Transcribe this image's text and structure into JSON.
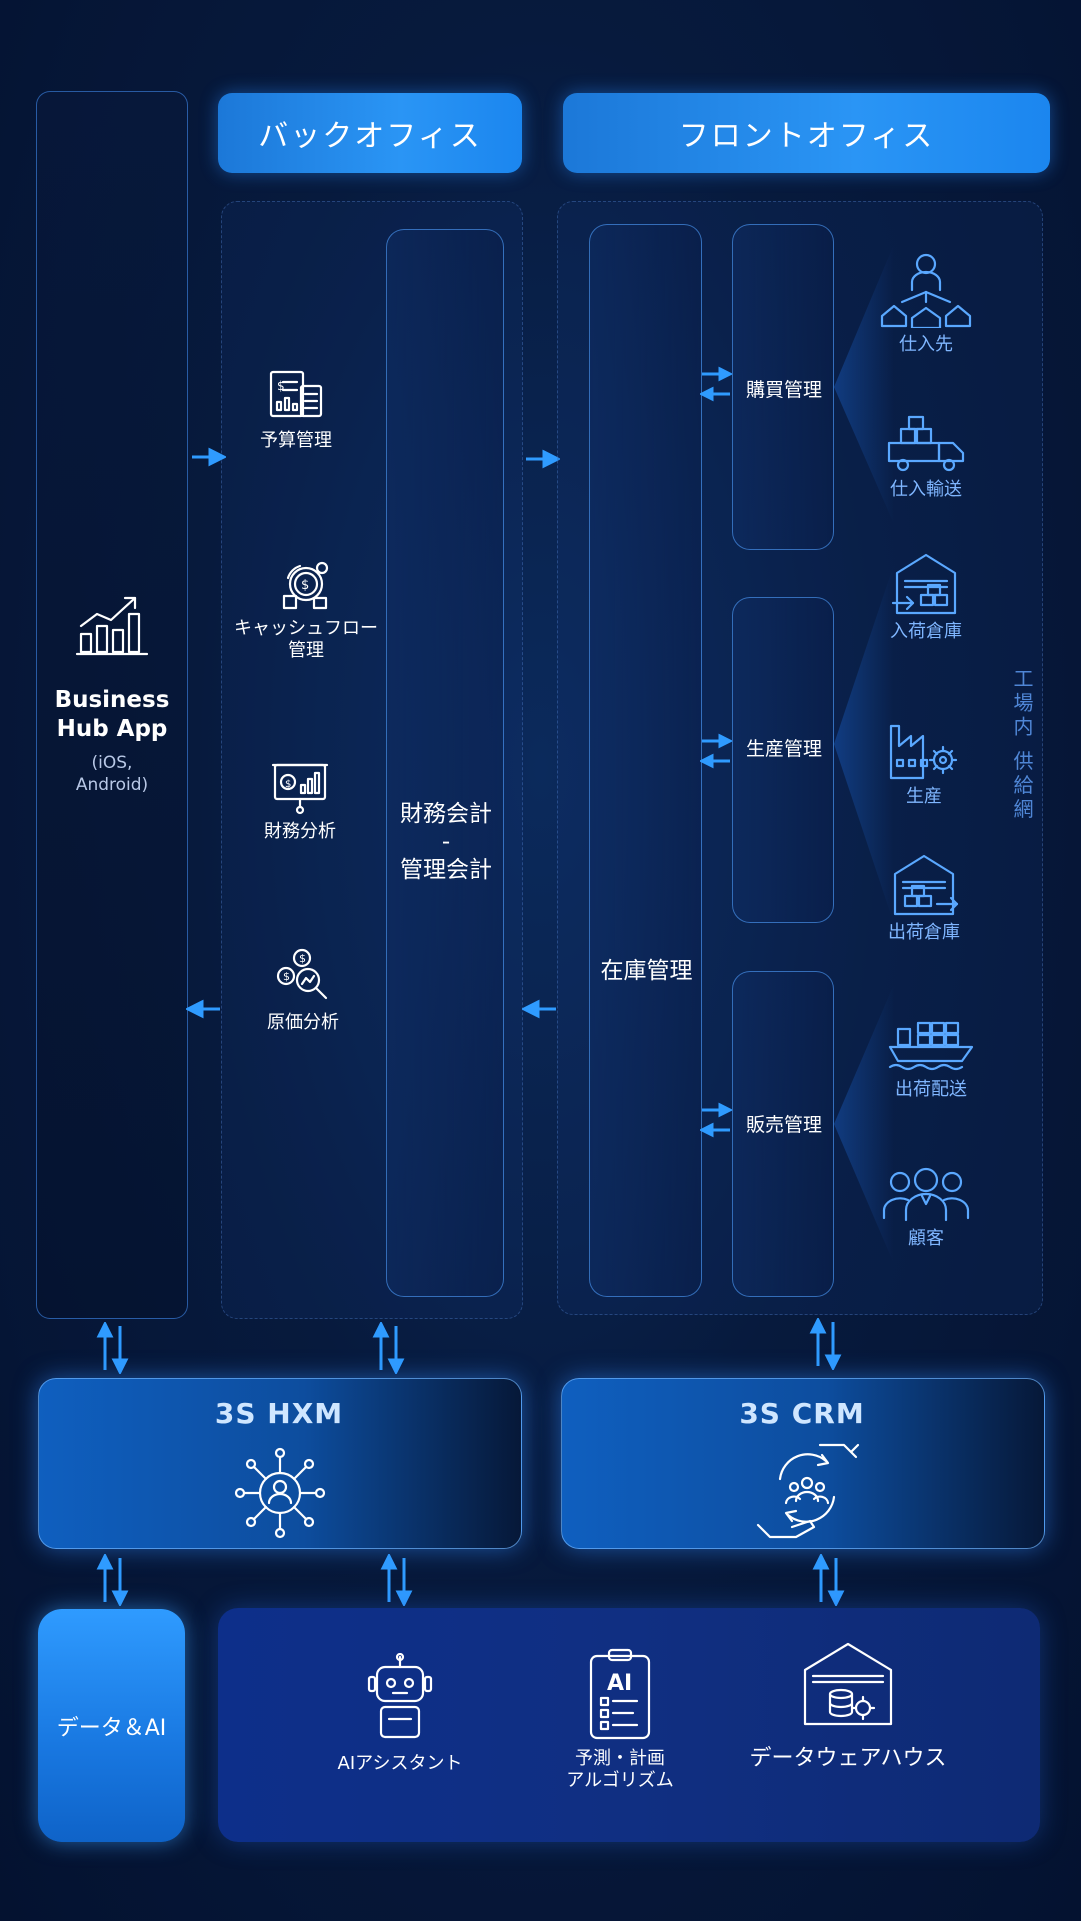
{
  "headers": {
    "back_office": "バックオフィス",
    "front_office": "フロントオフィス"
  },
  "business_hub": {
    "title_line1": "Business",
    "title_line2": "Hub App",
    "sub_line1": "(iOS,",
    "sub_line2": "Android)"
  },
  "back_office": {
    "items": [
      {
        "label": "予算管理",
        "icon": "budget-icon"
      },
      {
        "label_line1": "キャッシュフロー",
        "label_line2": "管理",
        "icon": "cashflow-icon"
      },
      {
        "label": "財務分析",
        "icon": "financial-analysis-icon"
      },
      {
        "label": "原価分析",
        "icon": "cost-analysis-icon"
      }
    ],
    "accounting_line1": "財務会計",
    "accounting_line2": "-",
    "accounting_line3": "管理会計"
  },
  "front_office": {
    "inventory": "在庫管理",
    "purchase": "購買管理",
    "production": "生産管理",
    "sales": "販売管理",
    "chain": [
      {
        "label": "仕入先",
        "icon": "supplier-icon"
      },
      {
        "label": "仕入輸送",
        "icon": "truck-icon"
      },
      {
        "label": "入荷倉庫",
        "icon": "warehouse-in-icon"
      },
      {
        "label": "生産",
        "icon": "factory-icon"
      },
      {
        "label": "出荷倉庫",
        "icon": "warehouse-out-icon"
      },
      {
        "label": "出荷配送",
        "icon": "ship-icon"
      },
      {
        "label": "顧客",
        "icon": "customers-icon"
      }
    ],
    "vertical_label": "工場内 供給網"
  },
  "systems": {
    "hxm": "3S HXM",
    "crm": "3S CRM"
  },
  "data_ai": {
    "label": "データ＆AI",
    "items": [
      {
        "label": "AIアシスタント",
        "icon": "robot-icon"
      },
      {
        "label_line1": "予測・計画",
        "label_line2": "アルゴリズム",
        "icon": "ai-plan-icon"
      },
      {
        "label": "データウェアハウス",
        "icon": "data-warehouse-icon"
      }
    ]
  }
}
